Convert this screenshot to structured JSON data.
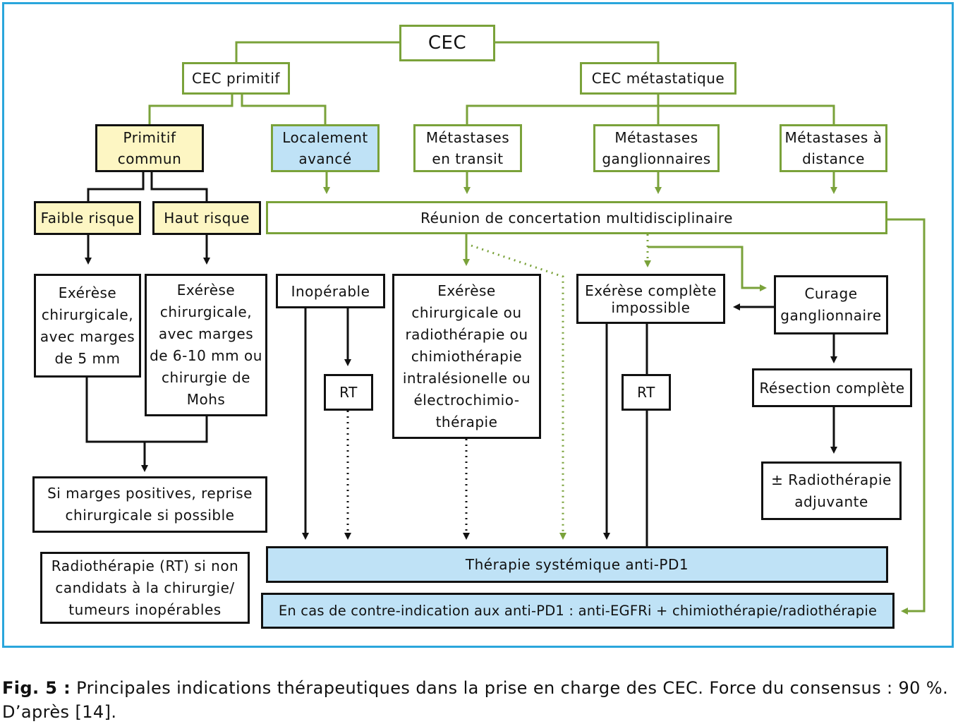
{
  "nodes": {
    "cec": "CEC",
    "primitif": "CEC  primitif",
    "metastatique": "CEC  métastatique",
    "primitif_commun": "Primitif commun",
    "localement_avance": "Localement avancé",
    "metastases_transit": "Métastases en transit",
    "metastases_ganglionnaires": "Métastases ganglionnaires",
    "metastases_distance": "Métastases à distance",
    "faible_risque": "Faible risque",
    "haut_risque": "Haut risque",
    "rcp": "Réunion de concertation multidisciplinaire",
    "exerese_5mm": "Exérèse chirurgicale, avec marges de 5 mm",
    "exerese_6_10mm": "Exérèse chirurgicale, avec marges de 6-10 mm ou chirurgie de Mohs",
    "inoperable": "Inopérable",
    "rt_left": "RT",
    "exerese_options": "Exérèse chirurgicale ou radiothérapie ou chimiothérapie intralésionelle ou électrochimio-thérapie",
    "exerese_impossible": "Exérèse complète impossible",
    "curage": "Curage ganglionnaire",
    "rt_right": "RT",
    "resection_complete": "Résection complète",
    "radiotherapie_adjuvante": "± Radiothérapie adjuvante",
    "marges_positives": "Si marges positives, reprise chirurgicale si possible",
    "rt_note": "Radiothérapie (RT) si non candidats à la chirurgie/ tumeurs inopérables",
    "anti_pd1": "Thérapie systémique anti-PD1",
    "contre_indication": "En cas de contre-indication aux anti-PD1 : anti-EGFRi + chimiothérapie/radiothérapie"
  },
  "caption": {
    "label": "Fig. 5 :",
    "text": "Principales indications thérapeutiques dans la prise en charge des CEC. Force du consensus : 90 %. D’après [14]."
  },
  "colors": {
    "frame": "#2aa6dc",
    "green": "#7aa23a",
    "black": "#111111",
    "yellow_fill": "#fdf6c3",
    "blue_fill": "#bfe2f6"
  }
}
